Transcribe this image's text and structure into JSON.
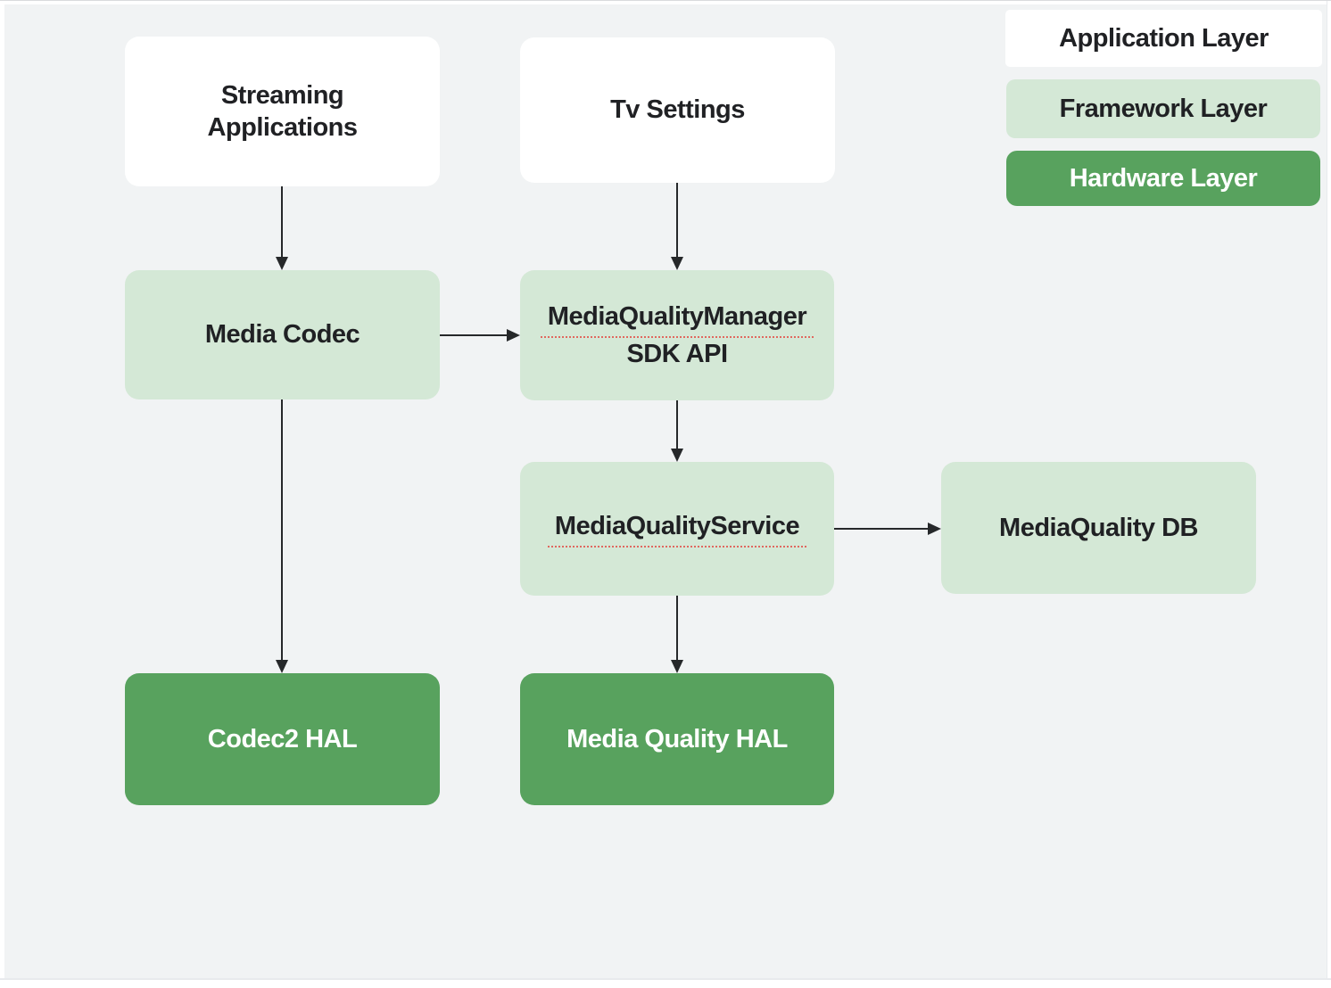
{
  "diagram": {
    "legend": {
      "application": "Application Layer",
      "framework": "Framework Layer",
      "hardware": "Hardware Layer"
    },
    "nodes": {
      "streaming_apps": {
        "label": "Streaming Applications",
        "layer": "application"
      },
      "tv_settings": {
        "label": "Tv Settings",
        "layer": "application"
      },
      "media_codec": {
        "label": "Media Codec",
        "layer": "framework"
      },
      "media_quality_manager_sdk_api": {
        "line1": "MediaQualityManager",
        "line2": "SDK API",
        "layer": "framework",
        "spellcheck_underline": true
      },
      "media_quality_service": {
        "label": "MediaQualityService",
        "layer": "framework",
        "spellcheck_underline": true
      },
      "media_quality_db": {
        "label": "MediaQuality DB",
        "layer": "framework"
      },
      "codec2_hal": {
        "label": "Codec2 HAL",
        "layer": "hardware"
      },
      "media_quality_hal": {
        "label": "Media Quality HAL",
        "layer": "hardware"
      }
    },
    "edges": [
      {
        "from": "streaming_apps",
        "to": "media_codec",
        "direction": "down"
      },
      {
        "from": "tv_settings",
        "to": "media_quality_manager_sdk_api",
        "direction": "down"
      },
      {
        "from": "media_codec",
        "to": "media_quality_manager_sdk_api",
        "direction": "right"
      },
      {
        "from": "media_quality_manager_sdk_api",
        "to": "media_quality_service",
        "direction": "down"
      },
      {
        "from": "media_quality_service",
        "to": "media_quality_db",
        "direction": "right"
      },
      {
        "from": "media_quality_service",
        "to": "media_quality_hal",
        "direction": "down"
      },
      {
        "from": "media_codec",
        "to": "codec2_hal",
        "direction": "down"
      }
    ],
    "colors": {
      "canvas_background": "#f1f3f4",
      "application_layer": "#ffffff",
      "framework_layer": "#d4e8d6",
      "hardware_layer": "#58a25e",
      "text_dark": "#202124",
      "text_light": "#ffffff",
      "arrow": "#26282a",
      "spellcheck_underline": "#e0685f"
    }
  }
}
